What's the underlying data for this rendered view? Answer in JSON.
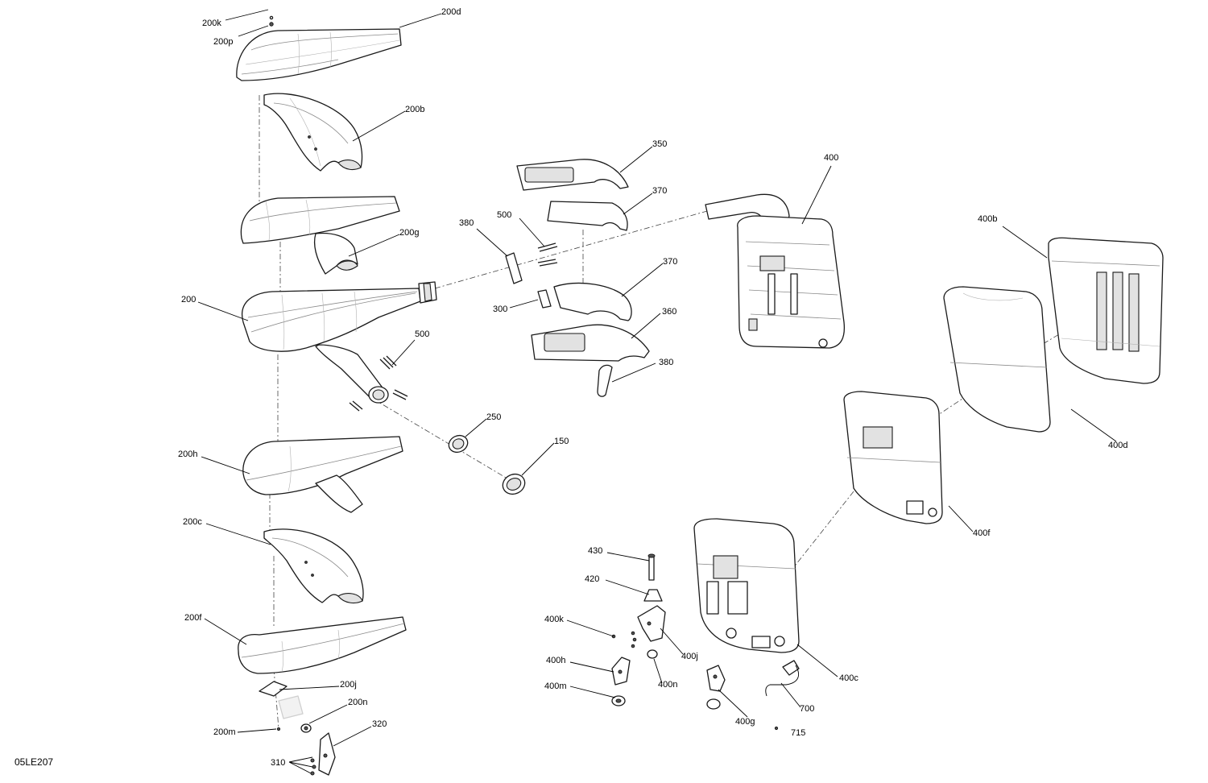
{
  "diagram_code": "05LE207",
  "callouts": {
    "c200k": "200k",
    "c200p": "200p",
    "c200d": "200d",
    "c200b": "200b",
    "c200g": "200g",
    "c200": "200",
    "c500a": "500",
    "c500b": "500",
    "c200h": "200h",
    "c200c": "200c",
    "c200f": "200f",
    "c200j": "200j",
    "c200n": "200n",
    "c200m": "200m",
    "c320": "320",
    "c310": "310",
    "c250": "250",
    "c150": "150",
    "c350": "350",
    "c370a": "370",
    "c380a": "380",
    "c370b": "370",
    "c300": "300",
    "c360": "360",
    "c380b": "380",
    "c400": "400",
    "c400b": "400b",
    "c400d": "400d",
    "c400f": "400f",
    "c400c": "400c",
    "c430": "430",
    "c420": "420",
    "c400k": "400k",
    "c400j": "400j",
    "c400h": "400h",
    "c400m": "400m",
    "c400n": "400n",
    "c400g": "400g",
    "c700": "700",
    "c715": "715"
  }
}
